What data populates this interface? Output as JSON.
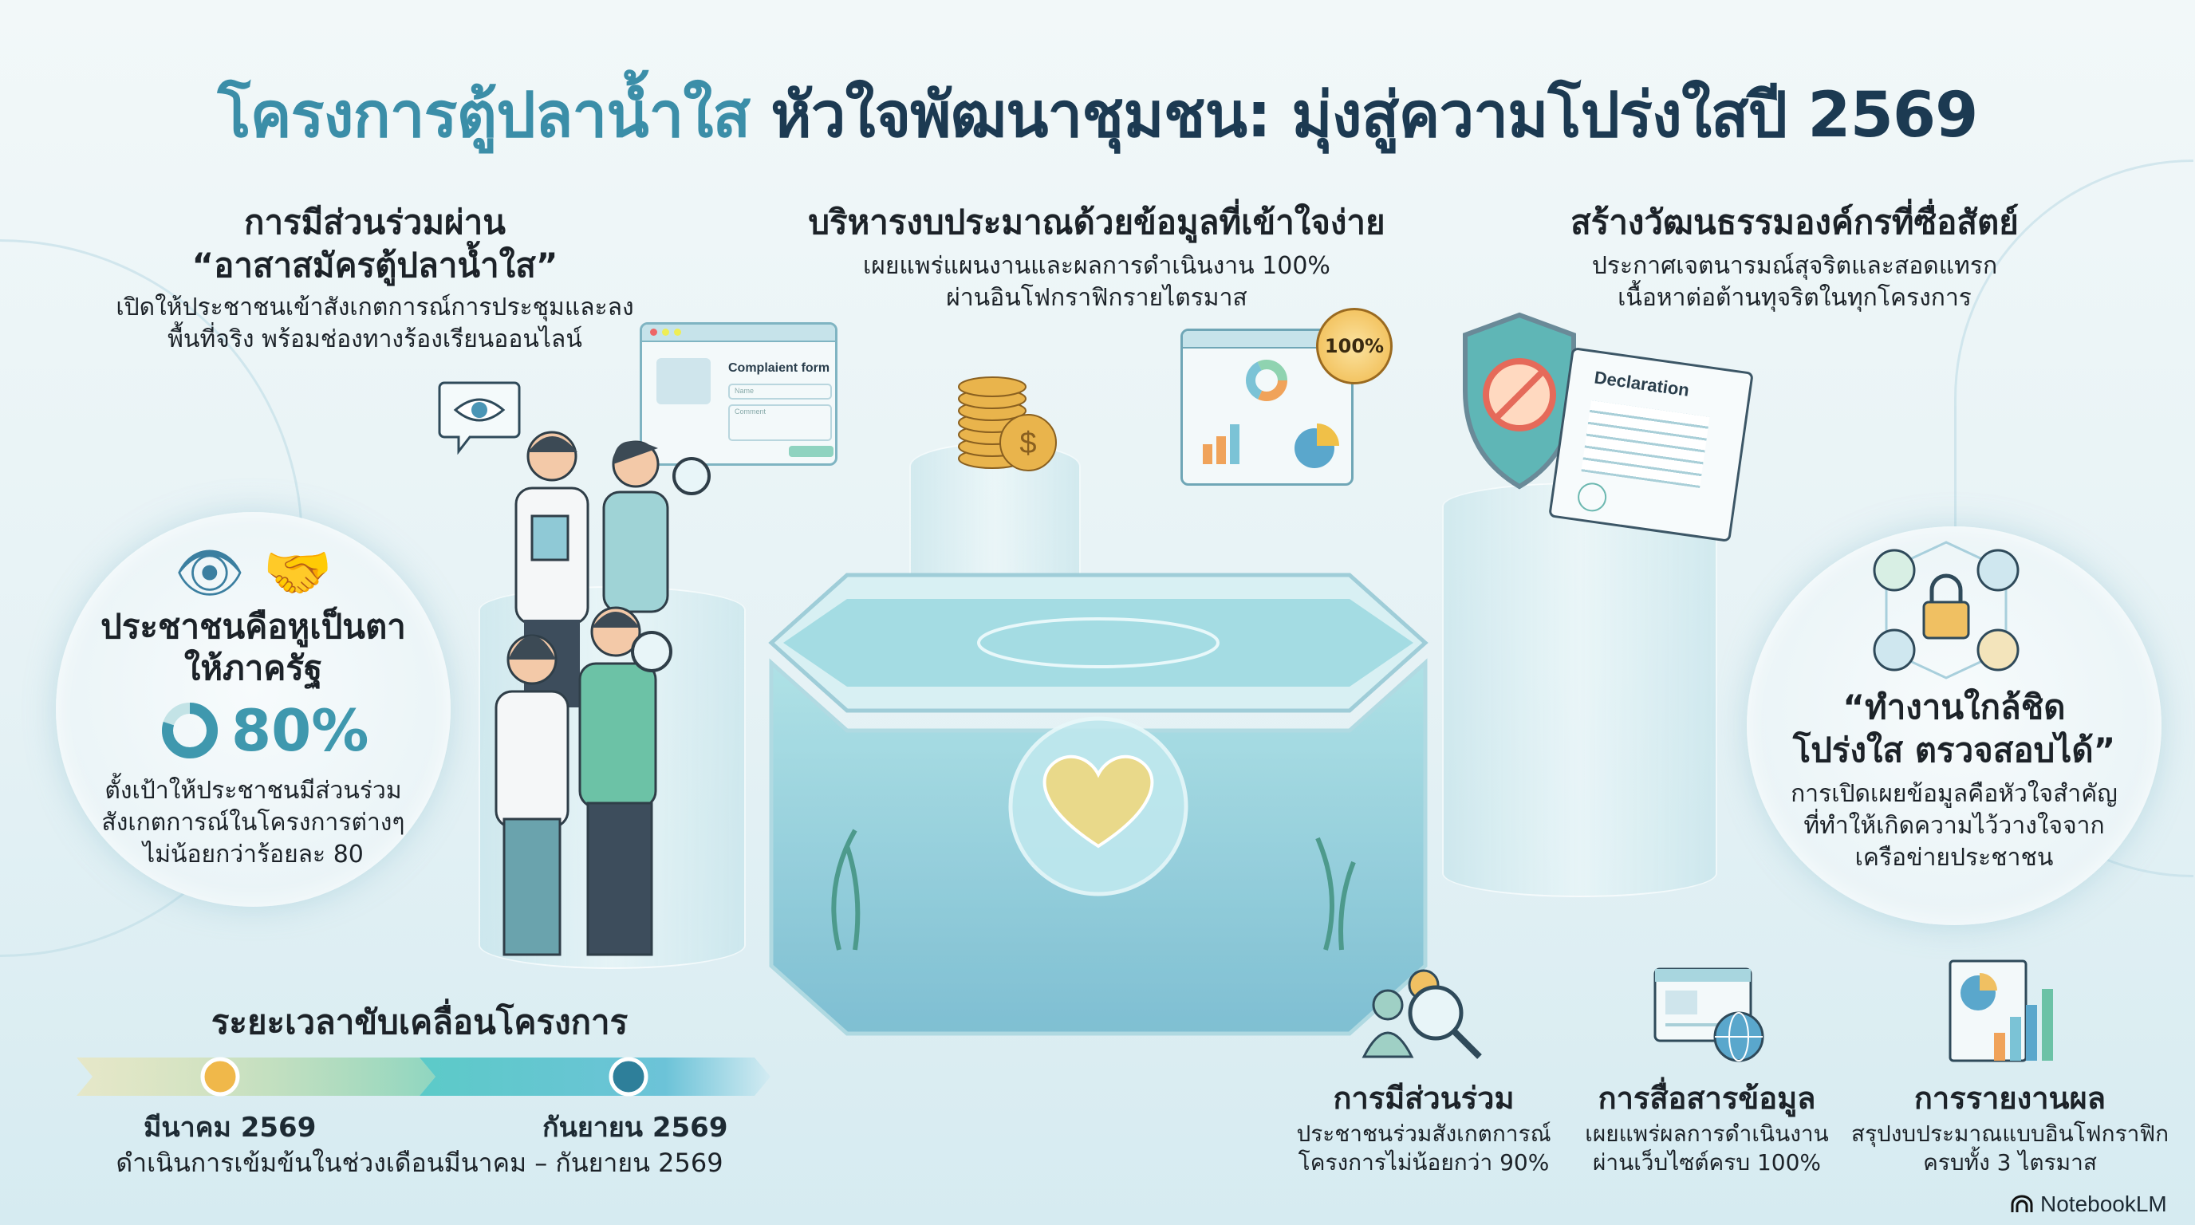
{
  "title": {
    "part1": "โครงการตู้ปลาน้ำใส",
    "part2": "หัวใจพัฒนาชุมชน: มุ่งสู่ความโปร่งใสปี 2569"
  },
  "left_section": {
    "heading_line1": "การมีส่วนร่วมผ่าน",
    "heading_line2": "“อาสาสมัครตู้ปลาน้ำใส”",
    "desc_line1": "เปิดให้ประชาชนเข้าสังเกตการณ์การประชุมและลง",
    "desc_line2": "พื้นที่จริง พร้อมช่องทางร้องเรียนออนไลน์"
  },
  "complaint_form": {
    "title": "Complaient form",
    "name_placeholder": "Name",
    "comment_placeholder": "Comment"
  },
  "middle_section": {
    "heading": "บริหารงบประมาณด้วยข้อมูลที่เข้าใจง่าย",
    "desc_line1": "เผยแพร่แผนงานและผลการดำเนินงาน 100%",
    "desc_line2": "ผ่านอินโฟกราฟิกรายไตรมาส",
    "badge": "100%"
  },
  "right_section": {
    "heading": "สร้างวัฒนธรรมองค์กรที่ซื่อสัตย์",
    "desc_line1": "ประกาศเจตนารมณ์สุจริตและสอดแทรก",
    "desc_line2": "เนื้อหาต่อต้านทุจริตในทุกโครงการ",
    "declaration": "Declaration"
  },
  "left_circle": {
    "heading_line1": "ประชาชนคือหูเป็นตา",
    "heading_line2": "ให้ภาครัฐ",
    "percent": "80%",
    "percent_value": 80,
    "desc_line1": "ตั้งเป้าให้ประชาชนมีส่วนร่วม",
    "desc_line2": "สังเกตการณ์ในโครงการต่างๆ",
    "desc_line3": "ไม่น้อยกว่าร้อยละ 80"
  },
  "right_circle": {
    "heading_line1": "“ทำงานใกล้ชิด",
    "heading_line2": "โปร่งใส ตรวจสอบได้”",
    "desc_line1": "การเปิดเผยข้อมูลคือหัวใจสำคัญ",
    "desc_line2": "ที่ทำให้เกิดความไว้วางใจจาก",
    "desc_line3": "เครือข่ายประชาชน"
  },
  "timeline": {
    "heading": "ระยะเวลาขับเคลื่อนโครงการ",
    "start": "มีนาคม 2569",
    "end": "กันยายน 2569",
    "desc": "ดำเนินการเข้มข้นในช่วงเดือนมีนาคม – กันยายน 2569"
  },
  "kpis": [
    {
      "title": "การมีส่วนร่วม",
      "line1": "ประชาชนร่วมสังเกตการณ์",
      "line2": "โครงการไม่น้อยกว่า 90%"
    },
    {
      "title": "การสื่อสารข้อมูล",
      "line1": "เผยแพร่ผลการดำเนินงาน",
      "line2": "ผ่านเว็บไซต์ครบ 100%"
    },
    {
      "title": "การรายงานผล",
      "line1": "สรุปงบประมาณแบบอินโฟกราฟิก",
      "line2": "ครบทั้ง 3 ไตรมาส"
    }
  ],
  "branding": {
    "label": "NotebookLM"
  },
  "colors": {
    "teal": "#3b8ea8",
    "navy": "#1c3a52",
    "gold": "#f0b84a",
    "water": "#8fd3dc"
  }
}
